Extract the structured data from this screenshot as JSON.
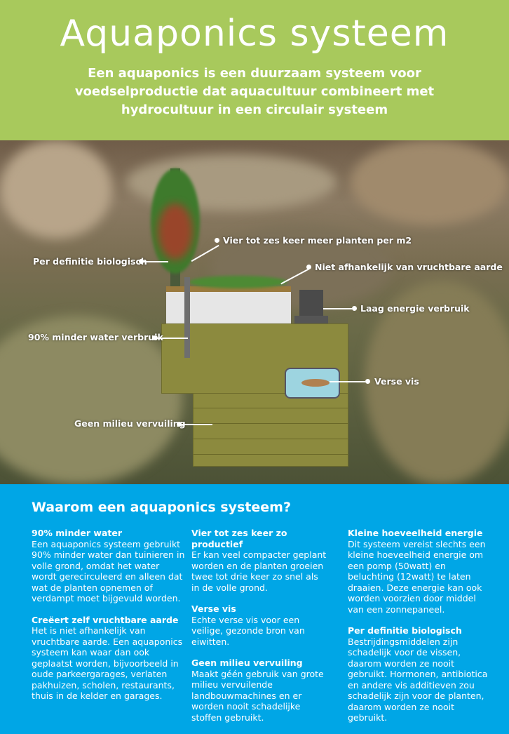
{
  "header": {
    "title": "Aquaponics systeem",
    "subtitle": "Een aquaponics is een duurzaam systeem voor voedselproductie dat aquacultuur combineert met hydrocultuur in een circulair systeem"
  },
  "diagram": {
    "labels": [
      "Per definitie biologisch",
      "Vier tot zes keer meer planten per m2",
      "Niet afhankelijk van vruchtbare aarde",
      "Laag energie verbruik",
      "90% minder water verbruik",
      "Verse vis",
      "Geen milieu vervuiling"
    ]
  },
  "section": {
    "title": "Waarom een aquaponics systeem?",
    "columns": [
      [
        {
          "h": "90% minder water",
          "t": "Een aquaponics systeem gebruikt 90% minder water dan tuinieren in volle grond, omdat het water wordt gerecirculeerd en alleen dat wat de planten opnemen of verdampt moet bijgevuld worden."
        },
        {
          "h": "Creëert zelf vruchtbare aarde",
          "t": "Het is niet afhankelijk van vruchtbare aarde. Een aquaponics systeem kan waar dan ook geplaatst worden, bijvoorbeeld in oude parkeergarages, verlaten pakhuizen, scholen, restaurants, thuis in de kelder en garages."
        }
      ],
      [
        {
          "h": "Vier tot zes keer zo productief",
          "t": "Er kan veel compacter geplant worden en de planten groeien twee tot drie keer zo snel als in de volle grond."
        },
        {
          "h": "Verse vis",
          "t": "Echte verse vis voor een veilige, gezonde bron van eiwitten."
        },
        {
          "h": "Geen milieu vervuiling",
          "t": "Maakt géén gebruik van grote milieu vervuilende landbouwmachines en er worden nooit schadelijke stoffen gebruikt."
        }
      ],
      [
        {
          "h": "Kleine hoeveelheid energie",
          "t": "Dit systeem vereist slechts een kleine hoeveelheid energie om een pomp (50watt) en beluchting (12watt)  te laten draaien. Deze energie kan ook worden voorzien door middel van een zonnepaneel."
        },
        {
          "h": "Per definitie biologisch",
          "t": "Bestrijdingsmiddelen zijn schadelijk voor de vissen, daarom worden ze nooit gebruikt. Hormonen, antibiotica en andere vis additieven zou schadelijk zijn voor de planten, daarom worden ze nooit gebruikt."
        }
      ]
    ]
  }
}
